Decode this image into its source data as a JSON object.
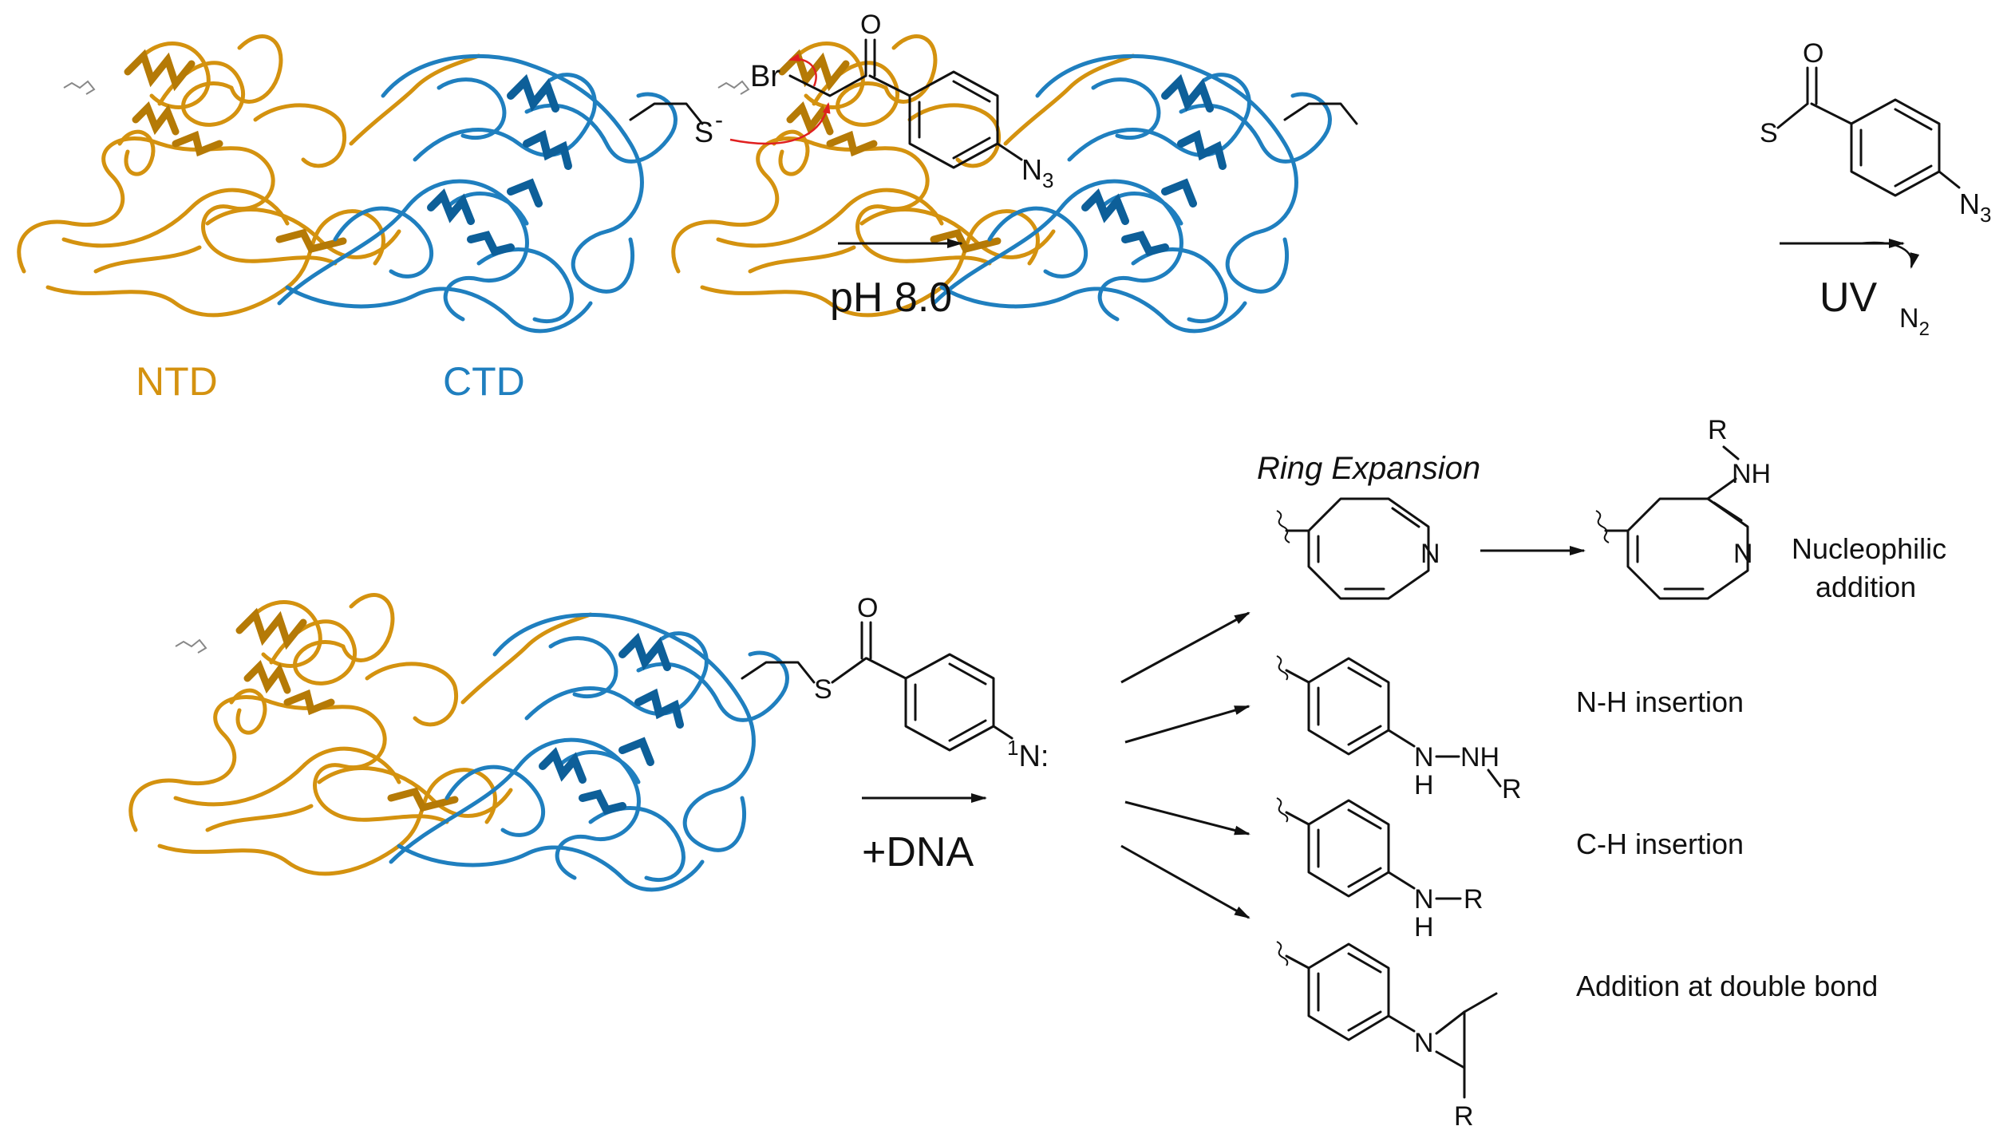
{
  "colors": {
    "ntd": "#d4920f",
    "ctd": "#1f7fbf",
    "ctd_dark": "#0d5f99",
    "ntd_dark": "#b57a06",
    "mechanism_arrow": "#e02020",
    "ink": "#111111"
  },
  "protein": {
    "ntd_label": "NTD",
    "ctd_label": "CTD"
  },
  "step1": {
    "bromine": "Br",
    "thiolate_s": "S",
    "thiolate_charge": "-",
    "carbonyl_o": "O",
    "azide_n": "N",
    "azide_sub": "3",
    "condition": "pH 8.0"
  },
  "step2": {
    "thioester_s": "S",
    "carbonyl_o": "O",
    "azide_n": "N",
    "azide_sub": "3",
    "condition": "UV",
    "byproduct_n": "N",
    "byproduct_sub": "2"
  },
  "step3": {
    "thioester_s": "S",
    "carbonyl_o": "O",
    "nitrene_sup": "1",
    "nitrene": "N:",
    "condition": "+DNA"
  },
  "products": {
    "ring_expansion_title": "Ring Expansion",
    "azepine_n": "N",
    "adduct_n": "N",
    "adduct_r": "R",
    "adduct_nh": "NH",
    "nucleophilic_label_1": "Nucleophilic",
    "nucleophilic_label_2": "addition",
    "nh_insertion": {
      "label": "N-H insertion",
      "n1": "N",
      "h1": "H",
      "nh2": "NH",
      "r": "R"
    },
    "ch_insertion": {
      "label": "C-H insertion",
      "n": "N",
      "h": "H",
      "r": "R"
    },
    "double_bond": {
      "label": "Addition at double bond",
      "n": "N",
      "r": "R"
    }
  }
}
